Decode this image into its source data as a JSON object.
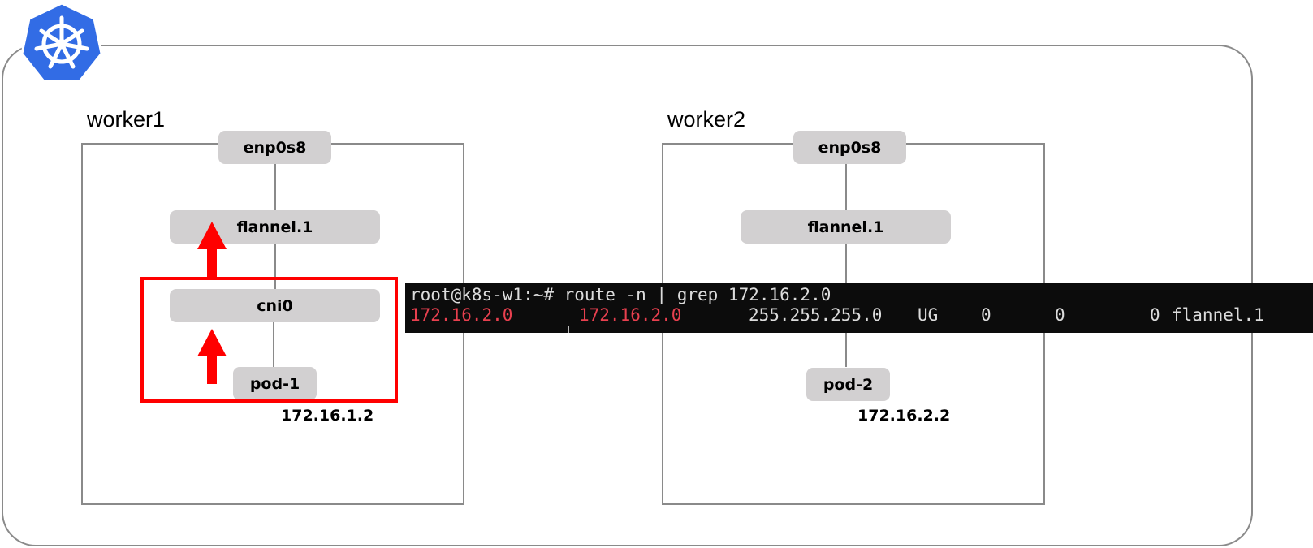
{
  "logo": {
    "icon": "kubernetes-helm-icon",
    "color": "#326ce5"
  },
  "workers": [
    {
      "label": "worker1",
      "interfaces": {
        "enp0s8": "enp0s8",
        "flannel": "flannel.1",
        "cni": "cni0",
        "pod": "pod-1"
      },
      "pod_ip": "172.16.1.2"
    },
    {
      "label": "worker2",
      "interfaces": {
        "enp0s8": "enp0s8",
        "flannel": "flannel.1",
        "pod": "pod-2"
      },
      "pod_ip": "172.16.2.2"
    }
  ],
  "highlight": {
    "color": "#ff0000",
    "arrow_color": "#ff0000"
  },
  "terminal": {
    "command": "root@k8s-w1:~# route -n | grep 172.16.2.0",
    "route": {
      "destination": "172.16.2.0",
      "gateway": "172.16.2.0",
      "genmask": "255.255.255.0",
      "flags": "UG",
      "metric": "0",
      "ref": "0",
      "use": "0",
      "iface": "flannel.1"
    },
    "highlight_color": "#e8404f"
  }
}
